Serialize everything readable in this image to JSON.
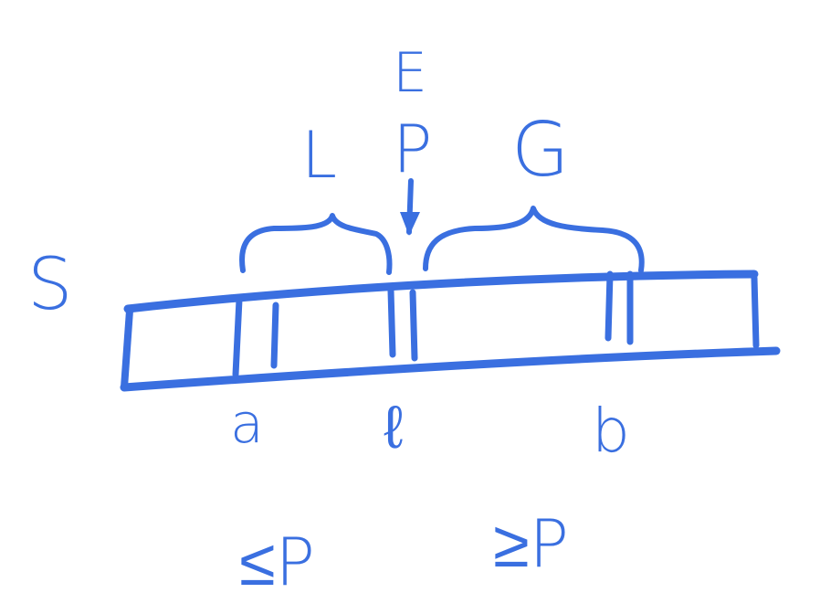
{
  "labels": {
    "set": "S",
    "equal": "E",
    "pivot": "P",
    "less": "L",
    "greater": "G",
    "index_a": "a",
    "index_l": "ℓ",
    "index_b": "b",
    "cond_left": "≤P",
    "cond_right": "≥P"
  },
  "colors": {
    "ink": "#3a6fe0",
    "background": "#ffffff"
  },
  "icons": {
    "pivot_arrow": "down-arrow-icon"
  }
}
